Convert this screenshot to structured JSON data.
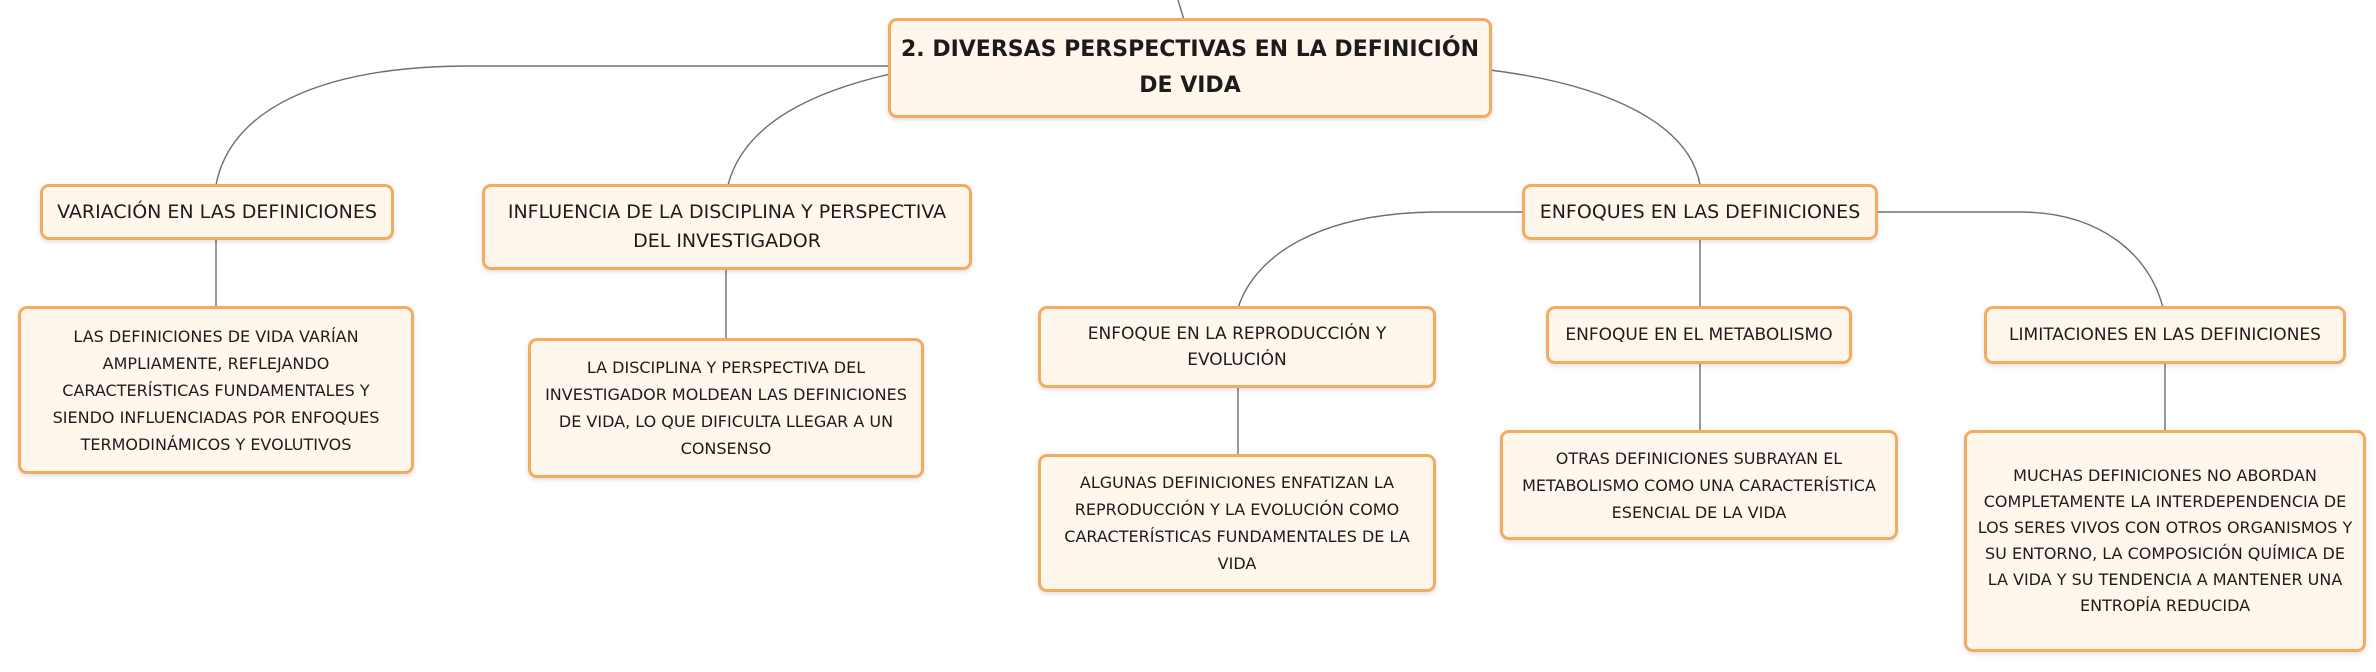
{
  "nodes": {
    "root": {
      "text": "2. DIVERSAS PERSPECTIVAS EN LA DEFINICIÓN DE VIDA"
    },
    "variacion": {
      "text": "VARIACIÓN EN LAS DEFINICIONES"
    },
    "variacion_detail": {
      "text": "LAS DEFINICIONES DE VIDA VARÍAN AMPLIAMENTE, REFLEJANDO CARACTERÍSTICAS FUNDAMENTALES Y SIENDO INFLUENCIADAS POR ENFOQUES TERMODINÁMICOS Y EVOLUTIVOS"
    },
    "influencia": {
      "text": "INFLUENCIA DE LA DISCIPLINA Y PERSPECTIVA DEL INVESTIGADOR"
    },
    "influencia_detail": {
      "text": "LA DISCIPLINA Y PERSPECTIVA DEL INVESTIGADOR MOLDEAN LAS DEFINICIONES DE VIDA, LO QUE DIFICULTA LLEGAR A UN CONSENSO"
    },
    "enfoques": {
      "text": "ENFOQUES EN LAS DEFINICIONES"
    },
    "reproduccion": {
      "text": "ENFOQUE EN LA REPRODUCCIÓN Y EVOLUCIÓN"
    },
    "reproduccion_detail": {
      "text": "ALGUNAS DEFINICIONES ENFATIZAN LA REPRODUCCIÓN Y LA EVOLUCIÓN COMO CARACTERÍSTICAS FUNDAMENTALES DE LA VIDA"
    },
    "metabolismo": {
      "text": "ENFOQUE EN EL METABOLISMO"
    },
    "metabolismo_detail": {
      "text": "OTRAS DEFINICIONES SUBRAYAN EL METABOLISMO COMO UNA CARACTERÍSTICA ESENCIAL DE LA VIDA"
    },
    "limitaciones": {
      "text": "LIMITACIONES EN LAS DEFINICIONES"
    },
    "limitaciones_detail": {
      "text": "MUCHAS DEFINICIONES NO ABORDAN COMPLETAMENTE LA INTERDEPENDENCIA DE LOS SERES VIVOS CON OTROS ORGANISMOS Y SU ENTORNO, LA COMPOSICIÓN QUÍMICA DE LA VIDA Y SU TENDENCIA A MANTENER UNA ENTROPÍA REDUCIDA"
    }
  },
  "colors": {
    "node_fill": "#fff6ec",
    "node_border": "#f3ac5f",
    "connector": "#6f6f6f",
    "text": "#1c1c1c"
  }
}
